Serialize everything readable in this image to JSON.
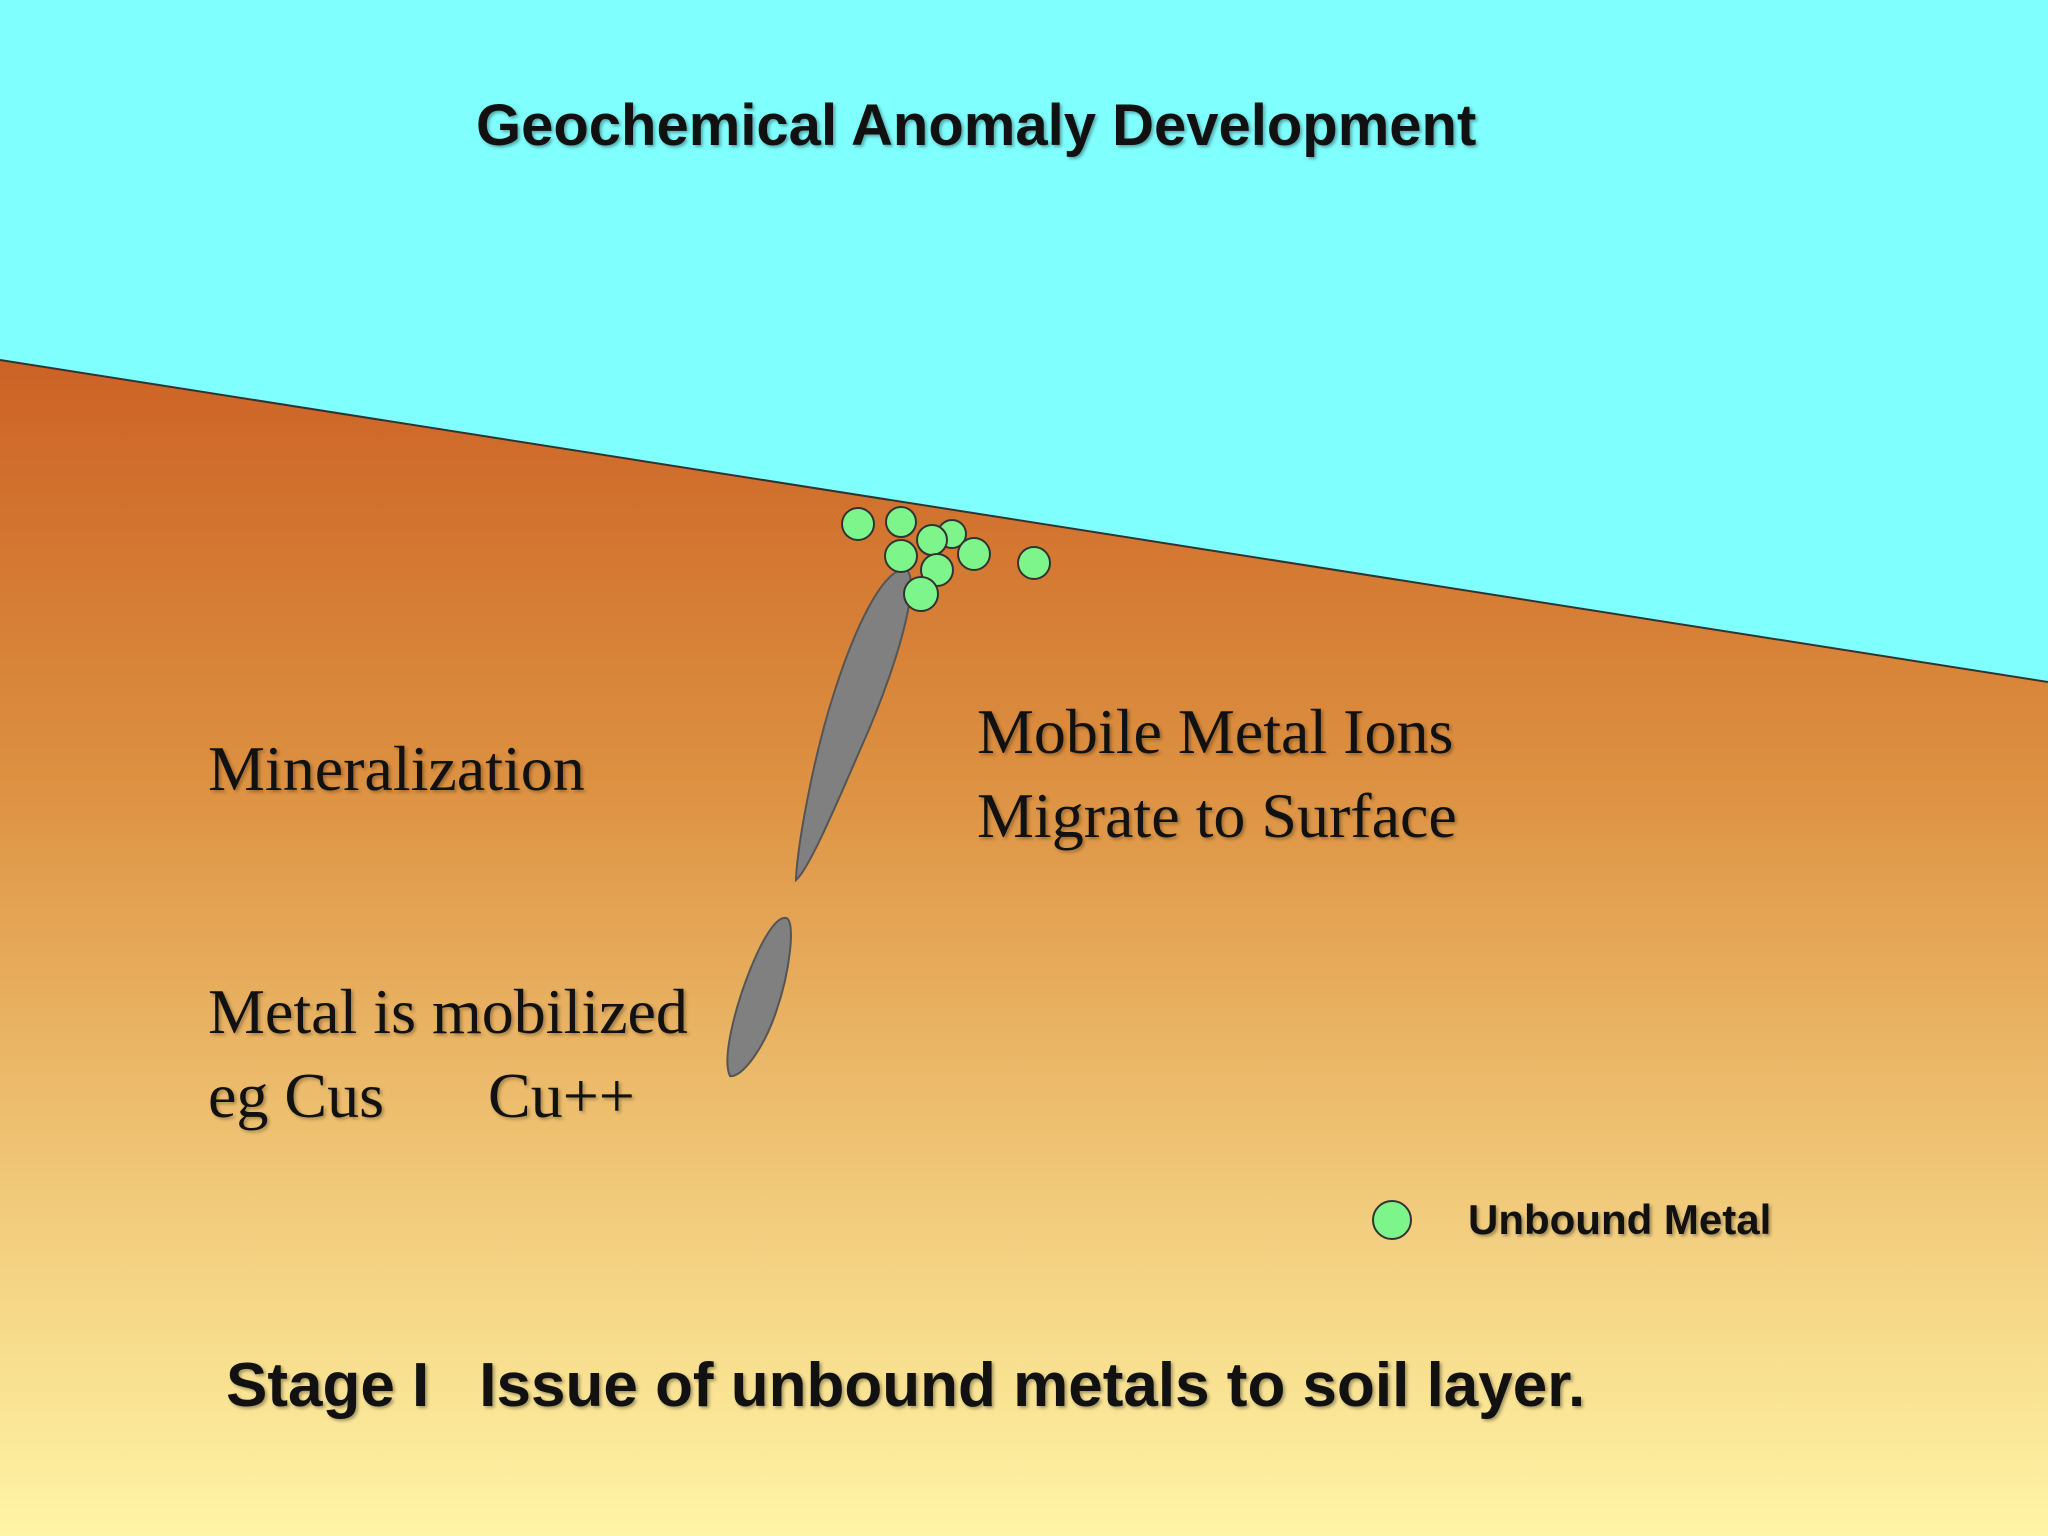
{
  "title": "Geochemical Anomaly Development",
  "labels": {
    "mineralization": "Mineralization",
    "mobile_line1": "Mobile Metal Ions",
    "mobile_line2": "Migrate to Surface",
    "mobilized_line1": "Metal is mobilized",
    "mobilized_line2a": "eg Cus",
    "mobilized_line2b": "Cu++"
  },
  "legend": {
    "label": "Unbound Metal",
    "icon": "green-circle-icon"
  },
  "caption": {
    "stage": "Stage I",
    "text": "Issue of unbound metals to soil layer."
  },
  "colors": {
    "sky": "#80ffff",
    "soil_top": "#cc6226",
    "soil_bottom": "#fff5a6",
    "ore": "#808080",
    "unbound_metal": "#7ef58a",
    "text": "#111111"
  }
}
